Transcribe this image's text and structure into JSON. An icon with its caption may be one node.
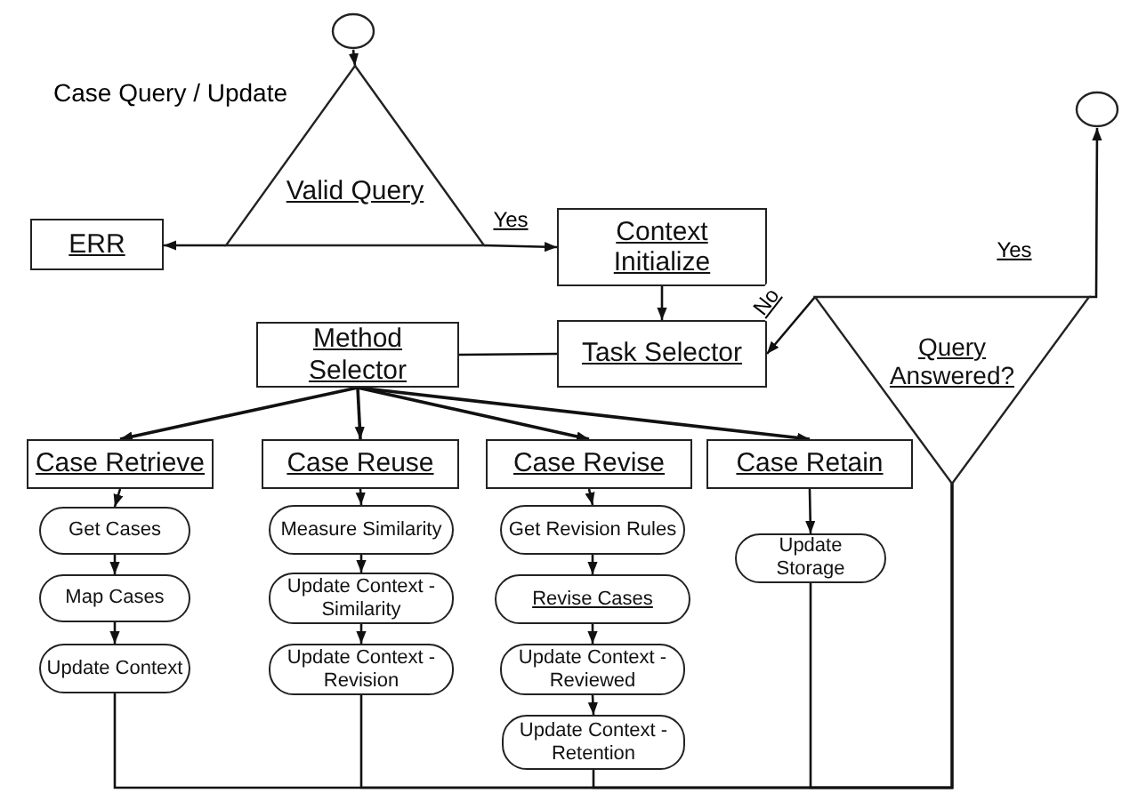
{
  "diagram": {
    "nodes": [
      {
        "text": [],
        "shape": "circle"
      },
      {
        "text": [
          "Valid Query"
        ]
      },
      {
        "text": [
          "ERR"
        ]
      },
      {
        "text": [
          "Context Initialize"
        ]
      },
      {
        "text": [
          "Method Selector"
        ]
      },
      {
        "text": [
          "Task Selector"
        ]
      },
      {
        "text": [
          "Query Answered?"
        ]
      },
      {
        "text": [],
        "shape": "circle"
      },
      {
        "text": [
          "Case Retrieve"
        ]
      },
      {
        "text": [
          "Case Reuse"
        ]
      },
      {
        "text": [
          "Case Revise"
        ]
      },
      {
        "text": [
          "Case Retain"
        ]
      },
      {
        "text": [
          "Get Cases"
        ]
      },
      {
        "text": [
          "Map Cases"
        ]
      },
      {
        "text": [
          "Update Context"
        ]
      },
      {
        "text": [
          "Measure Similarity"
        ]
      },
      {
        "text": [
          "Update Context - Similarity"
        ]
      },
      {
        "text": [
          "Update Context - Revision"
        ]
      },
      {
        "text": [
          "Get Revision Rules"
        ]
      },
      {
        "text": [
          "Revise Cases"
        ]
      },
      {
        "text": [
          "Update Context - Reviewed"
        ]
      },
      {
        "text": [
          "Update Context - Retention"
        ]
      },
      {
        "text": [
          "Update Storage"
        ]
      }
    ],
    "edges": [
      {
        "from": 0,
        "to": 1,
        "arrow": "to"
      },
      {
        "from": 1,
        "to": 2,
        "arrow": "to"
      },
      {
        "from": 1,
        "to": 3,
        "arrow": "to",
        "label": "Yes"
      },
      {
        "from": 3,
        "to": 5,
        "arrow": "to"
      },
      {
        "from": 5,
        "to": 4,
        "arrow": "none"
      },
      {
        "from": 6,
        "to": 5,
        "arrow": "to",
        "label": "No"
      },
      {
        "from": 6,
        "to": 7,
        "arrow": "to",
        "label": "Yes"
      },
      {
        "from": 4,
        "to": 8,
        "arrow": "to"
      },
      {
        "from": 4,
        "to": 9,
        "arrow": "to"
      },
      {
        "from": 4,
        "to": 10,
        "arrow": "to"
      },
      {
        "from": 4,
        "to": 11,
        "arrow": "to"
      },
      {
        "from": 8,
        "to": 12,
        "arrow": "to"
      },
      {
        "from": 12,
        "to": 13,
        "arrow": "to"
      },
      {
        "from": 13,
        "to": 14,
        "arrow": "to"
      },
      {
        "from": 9,
        "to": 15,
        "arrow": "to"
      },
      {
        "from": 15,
        "to": 16,
        "arrow": "to"
      },
      {
        "from": 16,
        "to": 17,
        "arrow": "to"
      },
      {
        "from": 10,
        "to": 18,
        "arrow": "to"
      },
      {
        "from": 18,
        "to": 19,
        "arrow": "to"
      },
      {
        "from": 19,
        "to": 20,
        "arrow": "to"
      },
      {
        "from": 20,
        "to": 21,
        "arrow": "to"
      },
      {
        "from": 11,
        "to": 22,
        "arrow": "to"
      },
      {
        "from": 14,
        "to": 6,
        "arrow": "to"
      },
      {
        "from": 17,
        "to": 6,
        "arrow": "to"
      },
      {
        "from": 21,
        "to": 6,
        "arrow": "to"
      },
      {
        "from": 22,
        "to": 6,
        "arrow": "to"
      }
    ],
    "labels": [
      "Case Query / Update"
    ]
  }
}
